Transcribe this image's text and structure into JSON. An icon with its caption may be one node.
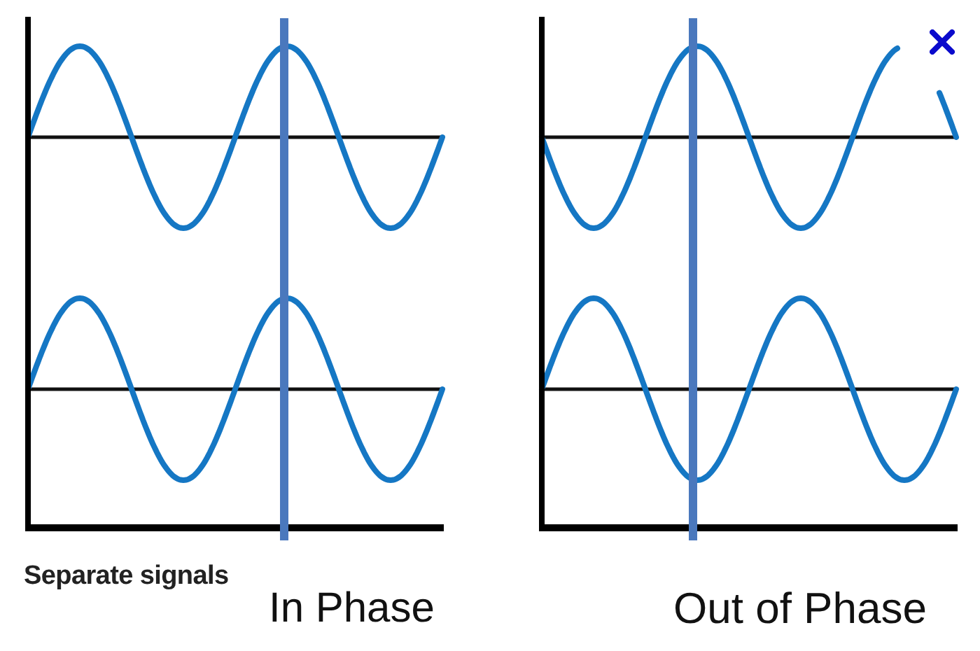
{
  "diagram": {
    "labels": [
      "Separate signals",
      "In Phase",
      "Out of Phase"
    ]
  }
}
